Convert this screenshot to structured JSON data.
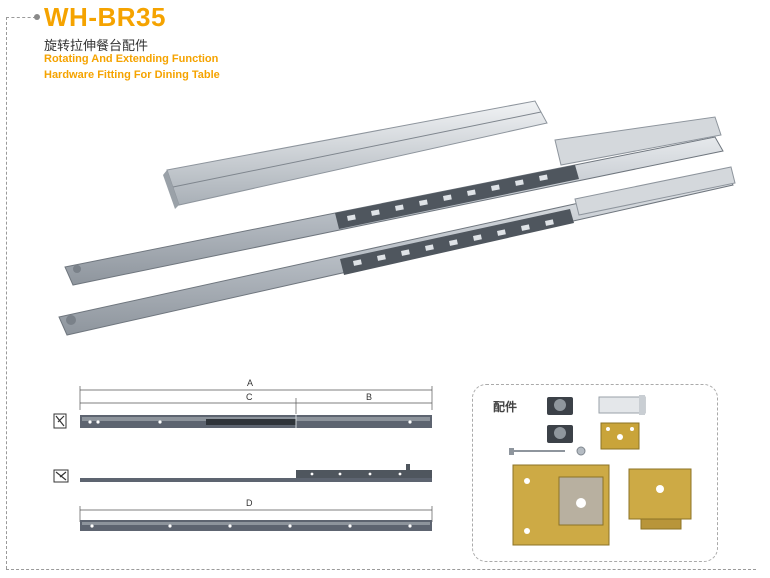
{
  "header": {
    "model": "WH-BR35",
    "title_cn": "旋转拉伸餐台配件",
    "title_en_line1": "Rotating And Extending Function",
    "title_en_line2": "Hardware Fitting For Dining Table"
  },
  "drawing": {
    "dim_a": "A",
    "dim_b": "B",
    "dim_c": "C",
    "dim_d": "D"
  },
  "accessories": {
    "title": "配件"
  },
  "colors": {
    "brand": "#f5a300",
    "rail": "#c4c9cf",
    "rail_dark": "#5d6470",
    "brass": "#c9a43a"
  }
}
